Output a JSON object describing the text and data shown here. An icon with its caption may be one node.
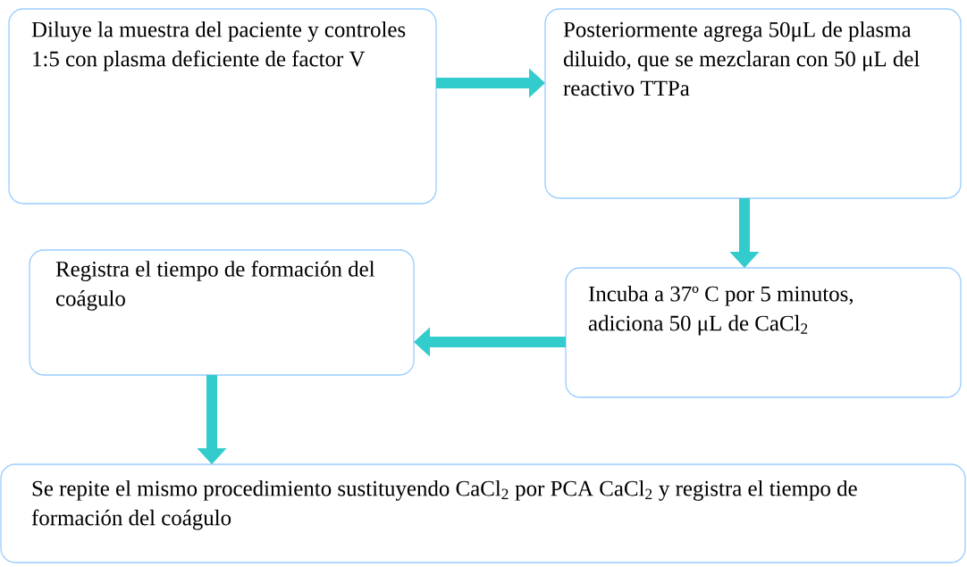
{
  "diagram": {
    "nodes": [
      {
        "text": [
          "Diluye la muestra del paciente y controles 1:5 con plasma deficiente de factor V"
        ]
      },
      {
        "text": [
          "Posteriormente agrega 50μL de plasma diluido, que se mezclaran con 50 μL del reactivo TTPa"
        ]
      },
      {
        "text": [
          "Registra el tiempo de formación del coágulo"
        ]
      },
      {
        "text": [
          "Incuba a 37º C por 5 minutos, adiciona 50 μL de CaCl$_{2}$"
        ]
      },
      {
        "text": [
          "Se repite el mismo procedimiento sustituyendo CaCl$_{2}$ por PCA CaCl$_{2}$ y registra el tiempo de formación del coágulo"
        ]
      }
    ],
    "edges": [
      {
        "from": 0,
        "to": 1,
        "arrow": "to"
      },
      {
        "from": 1,
        "to": 3,
        "arrow": "to"
      },
      {
        "from": 3,
        "to": 2,
        "arrow": "to"
      },
      {
        "from": 2,
        "to": 4,
        "arrow": "to"
      }
    ]
  }
}
